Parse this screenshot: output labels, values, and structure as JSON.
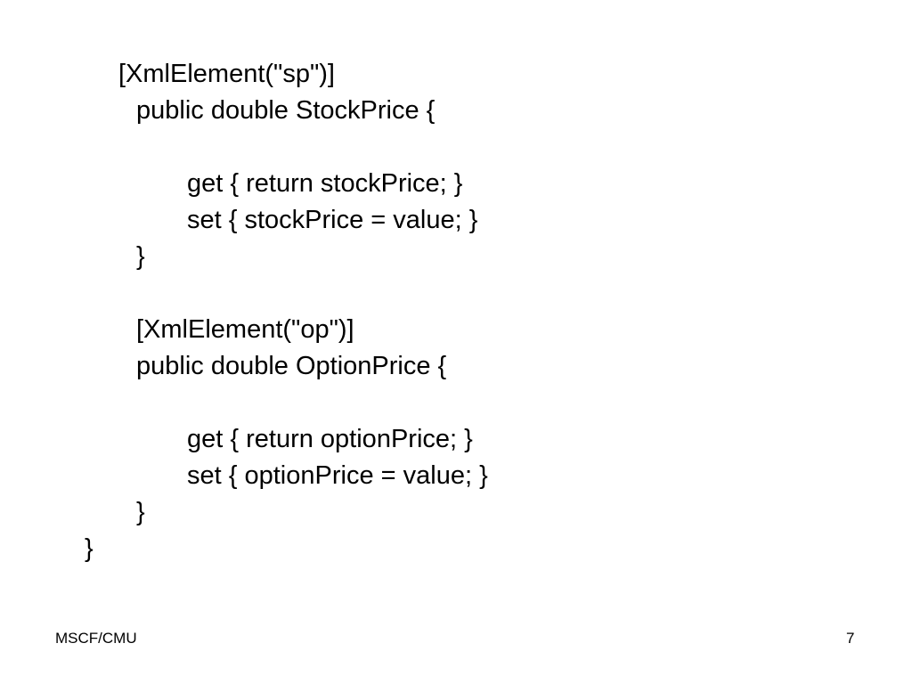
{
  "slide": {
    "code_lines": [
      "[XmlElement(\"sp\")]",
      "public double StockPrice {",
      "get { return stockPrice; }",
      "set { stockPrice = value; }",
      "}",
      "[XmlElement(\"op\")]",
      "public double OptionPrice {",
      "get { return optionPrice; }",
      "set { optionPrice = value; }",
      "}",
      "}"
    ],
    "footer_left": "MSCF/CMU",
    "page_number": "7"
  }
}
